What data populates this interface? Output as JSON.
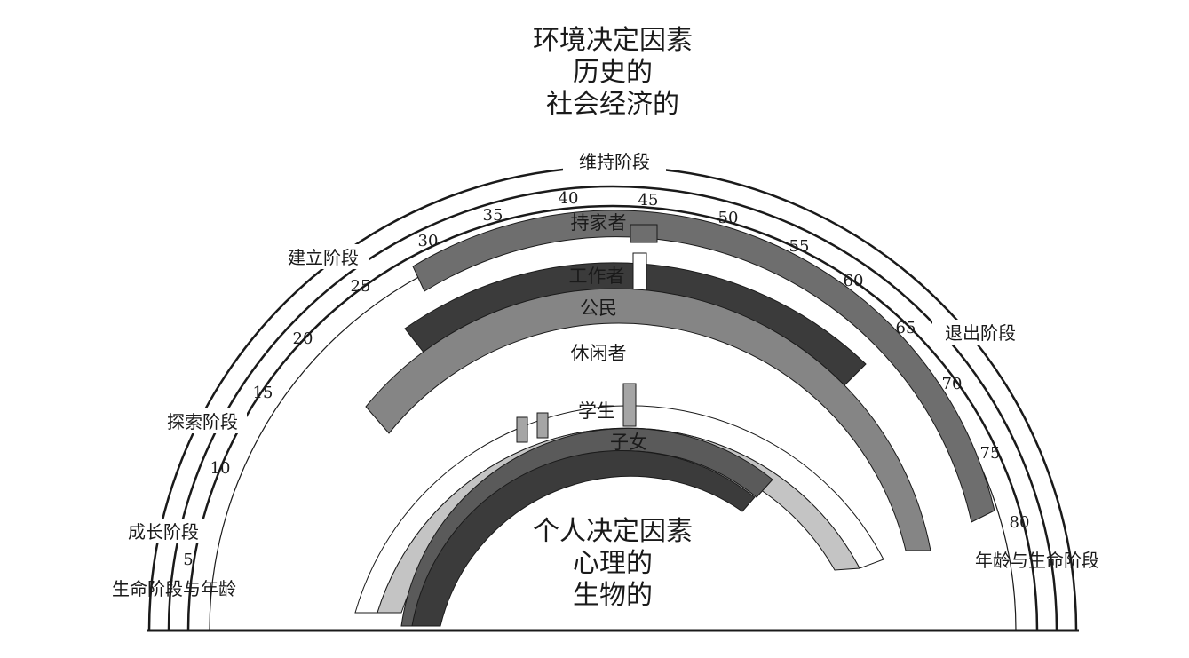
{
  "environment": [
    "环境决定因素",
    "历史的",
    "社会经济的"
  ],
  "personal": [
    "个人决定因素",
    "心理的",
    "生物的"
  ],
  "life_stages": {
    "maintenance": "维持阶段",
    "establishment": "建立阶段",
    "exploration": "探索阶段",
    "growth": "成长阶段",
    "disengagement": "退出阶段",
    "life_stage_and_age_left": "生命阶段与年龄",
    "age_and_life_stage_right": "年龄与生命阶段"
  },
  "ages": [
    "5",
    "10",
    "15",
    "20",
    "25",
    "30",
    "35",
    "40",
    "45",
    "50",
    "55",
    "60",
    "65",
    "70",
    "75",
    "80"
  ],
  "roles": [
    "持家者",
    "工作者",
    "公民",
    "休闲者",
    "学生",
    "子女"
  ],
  "colors": {
    "homemaker": "#6e6e6e",
    "worker": "#3b3b3b",
    "citizen": "#858585",
    "leisure": "#a5a5a5",
    "student": "#c4c4c4",
    "child": "#5a5a5a",
    "line": "#1a1a1a"
  }
}
